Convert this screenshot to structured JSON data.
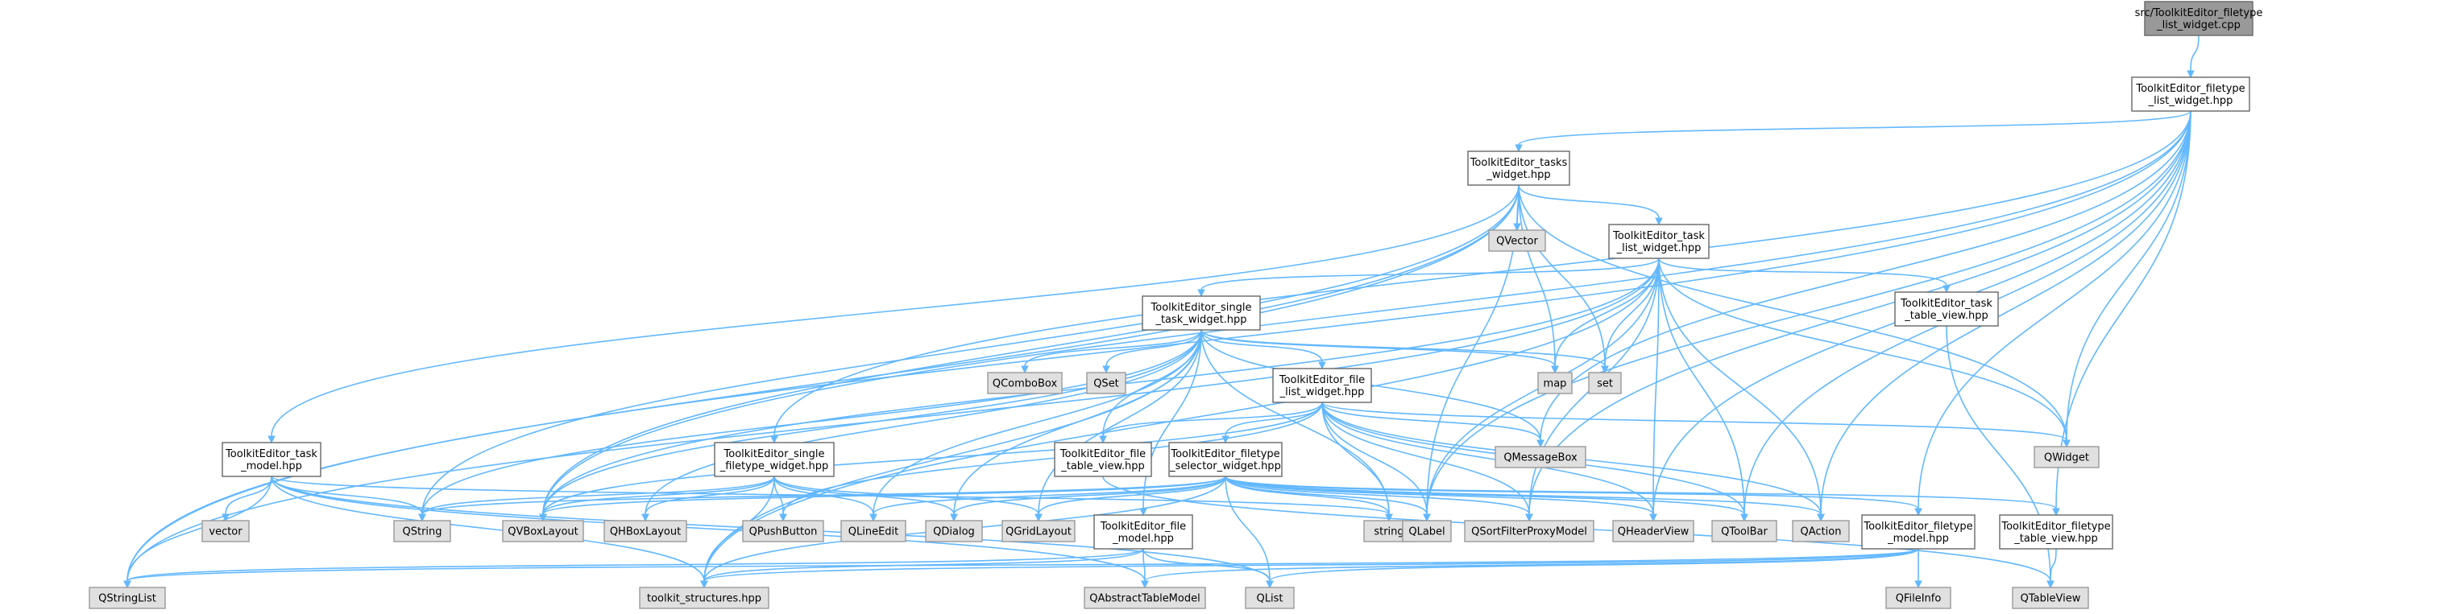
{
  "colors": {
    "edge": "#63b8ff",
    "node_border": "#666666",
    "main_fill": "#999999",
    "file_fill": "#ffffff",
    "external_fill": "#e0e0e0"
  },
  "nodes": [
    {
      "id": "src",
      "kind": "main",
      "lines": [
        "src/ToolkitEditor_filetype",
        "_list_widget.cpp"
      ]
    },
    {
      "id": "ftlw",
      "kind": "file",
      "lines": [
        "ToolkitEditor_filetype",
        "_list_widget.hpp"
      ]
    },
    {
      "id": "tw",
      "kind": "file",
      "lines": [
        "ToolkitEditor_tasks",
        "_widget.hpp"
      ]
    },
    {
      "id": "tlw",
      "kind": "file",
      "lines": [
        "ToolkitEditor_task",
        "_list_widget.hpp"
      ]
    },
    {
      "id": "stw",
      "kind": "file",
      "lines": [
        "ToolkitEditor_single",
        "_task_widget.hpp"
      ]
    },
    {
      "id": "ttv",
      "kind": "file",
      "lines": [
        "ToolkitEditor_task",
        "_table_view.hpp"
      ]
    },
    {
      "id": "flw",
      "kind": "file",
      "lines": [
        "ToolkitEditor_file",
        "_list_widget.hpp"
      ]
    },
    {
      "id": "ftv",
      "kind": "file",
      "lines": [
        "ToolkitEditor_file",
        "_table_view.hpp"
      ]
    },
    {
      "id": "fsw",
      "kind": "file",
      "lines": [
        "ToolkitEditor_filetype",
        "_selector_widget.hpp"
      ]
    },
    {
      "id": "sftw",
      "kind": "file",
      "lines": [
        "ToolkitEditor_single",
        "_filetype_widget.hpp"
      ]
    },
    {
      "id": "tm",
      "kind": "file",
      "lines": [
        "ToolkitEditor_task",
        "_model.hpp"
      ]
    },
    {
      "id": "fm",
      "kind": "file",
      "lines": [
        "ToolkitEditor_file",
        "_model.hpp"
      ]
    },
    {
      "id": "ftm",
      "kind": "file",
      "lines": [
        "ToolkitEditor_filetype",
        "_model.hpp"
      ]
    },
    {
      "id": "fttv",
      "kind": "file",
      "lines": [
        "ToolkitEditor_filetype",
        "_table_view.hpp"
      ]
    },
    {
      "id": "qvector",
      "kind": "ext",
      "lines": [
        "QVector"
      ]
    },
    {
      "id": "qcombobox",
      "kind": "ext",
      "lines": [
        "QComboBox"
      ]
    },
    {
      "id": "qset",
      "kind": "ext",
      "lines": [
        "QSet"
      ]
    },
    {
      "id": "map",
      "kind": "ext",
      "lines": [
        "map"
      ]
    },
    {
      "id": "set",
      "kind": "ext",
      "lines": [
        "set"
      ]
    },
    {
      "id": "qmessagebox",
      "kind": "ext",
      "lines": [
        "QMessageBox"
      ]
    },
    {
      "id": "qwidget",
      "kind": "ext",
      "lines": [
        "QWidget"
      ]
    },
    {
      "id": "vector",
      "kind": "ext",
      "lines": [
        "vector"
      ]
    },
    {
      "id": "qstring",
      "kind": "ext",
      "lines": [
        "QString"
      ]
    },
    {
      "id": "qvboxlayout",
      "kind": "ext",
      "lines": [
        "QVBoxLayout"
      ]
    },
    {
      "id": "qhboxlayout",
      "kind": "ext",
      "lines": [
        "QHBoxLayout"
      ]
    },
    {
      "id": "qpushbutton",
      "kind": "ext",
      "lines": [
        "QPushButton"
      ]
    },
    {
      "id": "qlineedit",
      "kind": "ext",
      "lines": [
        "QLineEdit"
      ]
    },
    {
      "id": "qdialog",
      "kind": "ext",
      "lines": [
        "QDialog"
      ]
    },
    {
      "id": "qgridlayout",
      "kind": "ext",
      "lines": [
        "QGridLayout"
      ]
    },
    {
      "id": "string",
      "kind": "ext",
      "lines": [
        "string"
      ]
    },
    {
      "id": "qlabel",
      "kind": "ext",
      "lines": [
        "QLabel"
      ]
    },
    {
      "id": "qsfpm",
      "kind": "ext",
      "lines": [
        "QSortFilterProxyModel"
      ]
    },
    {
      "id": "qheaderview",
      "kind": "ext",
      "lines": [
        "QHeaderView"
      ]
    },
    {
      "id": "qtoolbar",
      "kind": "ext",
      "lines": [
        "QToolBar"
      ]
    },
    {
      "id": "qaction",
      "kind": "ext",
      "lines": [
        "QAction"
      ]
    },
    {
      "id": "qstringlist",
      "kind": "ext",
      "lines": [
        "QStringList"
      ]
    },
    {
      "id": "tsh",
      "kind": "ext",
      "lines": [
        "toolkit_structures.hpp"
      ]
    },
    {
      "id": "qatm",
      "kind": "ext",
      "lines": [
        "QAbstractTableModel"
      ]
    },
    {
      "id": "qlist",
      "kind": "ext",
      "lines": [
        "QList"
      ]
    },
    {
      "id": "qfileinfo",
      "kind": "ext",
      "lines": [
        "QFileInfo"
      ]
    },
    {
      "id": "qtableview",
      "kind": "ext",
      "lines": [
        "QTableView"
      ]
    }
  ],
  "edges": [
    [
      "src",
      "ftlw"
    ],
    [
      "ftlw",
      "tw"
    ],
    [
      "ftlw",
      "sftw"
    ],
    [
      "ftlw",
      "qmessagebox"
    ],
    [
      "ftlw",
      "qwidget"
    ],
    [
      "ftlw",
      "qvboxlayout"
    ],
    [
      "ftlw",
      "qstringlist"
    ],
    [
      "ftlw",
      "qlabel"
    ],
    [
      "ftlw",
      "qtoolbar"
    ],
    [
      "ftlw",
      "qaction"
    ],
    [
      "ftlw",
      "qsfpm"
    ],
    [
      "ftlw",
      "qheaderview"
    ],
    [
      "ftlw",
      "ftm"
    ],
    [
      "ftlw",
      "fttv"
    ],
    [
      "tw",
      "tlw"
    ],
    [
      "tw",
      "tm"
    ],
    [
      "tw",
      "qvector"
    ],
    [
      "tw",
      "map"
    ],
    [
      "tw",
      "set"
    ],
    [
      "tw",
      "qwidget"
    ],
    [
      "tw",
      "qvboxlayout"
    ],
    [
      "tw",
      "qstring"
    ],
    [
      "tw",
      "qstringlist"
    ],
    [
      "tw",
      "qlabel"
    ],
    [
      "tlw",
      "stw"
    ],
    [
      "tlw",
      "ttv"
    ],
    [
      "tlw",
      "map"
    ],
    [
      "tlw",
      "set"
    ],
    [
      "tlw",
      "qwidget"
    ],
    [
      "tlw",
      "tsh"
    ],
    [
      "tlw",
      "qstringlist"
    ],
    [
      "tlw",
      "qvboxlayout"
    ],
    [
      "tlw",
      "qlabel"
    ],
    [
      "tlw",
      "qsfpm"
    ],
    [
      "tlw",
      "qheaderview"
    ],
    [
      "tlw",
      "qtoolbar"
    ],
    [
      "tlw",
      "qaction"
    ],
    [
      "ttv",
      "qtableview"
    ],
    [
      "stw",
      "flw"
    ],
    [
      "stw",
      "qcombobox"
    ],
    [
      "stw",
      "qset"
    ],
    [
      "stw",
      "map"
    ],
    [
      "stw",
      "set"
    ],
    [
      "stw",
      "qmessagebox"
    ],
    [
      "stw",
      "qstring"
    ],
    [
      "stw",
      "qvboxlayout"
    ],
    [
      "stw",
      "qhboxlayout"
    ],
    [
      "stw",
      "qlineedit"
    ],
    [
      "stw",
      "qdialog"
    ],
    [
      "stw",
      "qgridlayout"
    ],
    [
      "stw",
      "string"
    ],
    [
      "stw",
      "tsh"
    ],
    [
      "stw",
      "ftv"
    ],
    [
      "stw",
      "fm"
    ],
    [
      "flw",
      "fsw"
    ],
    [
      "flw",
      "ftv"
    ],
    [
      "flw",
      "qmessagebox"
    ],
    [
      "flw",
      "qwidget"
    ],
    [
      "flw",
      "qvboxlayout"
    ],
    [
      "flw",
      "qlabel"
    ],
    [
      "flw",
      "qsfpm"
    ],
    [
      "flw",
      "qheaderview"
    ],
    [
      "flw",
      "qtoolbar"
    ],
    [
      "flw",
      "qaction"
    ],
    [
      "flw",
      "string"
    ],
    [
      "flw",
      "qpushbutton"
    ],
    [
      "ftv",
      "qtableview"
    ],
    [
      "fsw",
      "qstring"
    ],
    [
      "fsw",
      "qvboxlayout"
    ],
    [
      "fsw",
      "qlineedit"
    ],
    [
      "fsw",
      "qdialog"
    ],
    [
      "fsw",
      "qgridlayout"
    ],
    [
      "fsw",
      "string"
    ],
    [
      "fsw",
      "qlabel"
    ],
    [
      "fsw",
      "qsfpm"
    ],
    [
      "fsw",
      "qheaderview"
    ],
    [
      "fsw",
      "qtoolbar"
    ],
    [
      "fsw",
      "qaction"
    ],
    [
      "fsw",
      "tsh"
    ],
    [
      "fsw",
      "qlist"
    ],
    [
      "fsw",
      "ftm"
    ],
    [
      "fsw",
      "fttv"
    ],
    [
      "sftw",
      "qstring"
    ],
    [
      "sftw",
      "qvboxlayout"
    ],
    [
      "sftw",
      "qhboxlayout"
    ],
    [
      "sftw",
      "qpushbutton"
    ],
    [
      "sftw",
      "qlineedit"
    ],
    [
      "sftw",
      "qdialog"
    ],
    [
      "sftw",
      "qgridlayout"
    ],
    [
      "sftw",
      "tsh"
    ],
    [
      "tm",
      "vector"
    ],
    [
      "tm",
      "qstring"
    ],
    [
      "tm",
      "qstringlist"
    ],
    [
      "tm",
      "tsh"
    ],
    [
      "tm",
      "qatm"
    ],
    [
      "tm",
      "qlist"
    ],
    [
      "tm",
      "string"
    ],
    [
      "fm",
      "tsh"
    ],
    [
      "fm",
      "qatm"
    ],
    [
      "fm",
      "qlist"
    ],
    [
      "fm",
      "qstringlist"
    ],
    [
      "ftm",
      "tsh"
    ],
    [
      "ftm",
      "qatm"
    ],
    [
      "ftm",
      "qlist"
    ],
    [
      "ftm",
      "qfileinfo"
    ],
    [
      "ftm",
      "qstringlist"
    ],
    [
      "fttv",
      "qtableview"
    ]
  ]
}
